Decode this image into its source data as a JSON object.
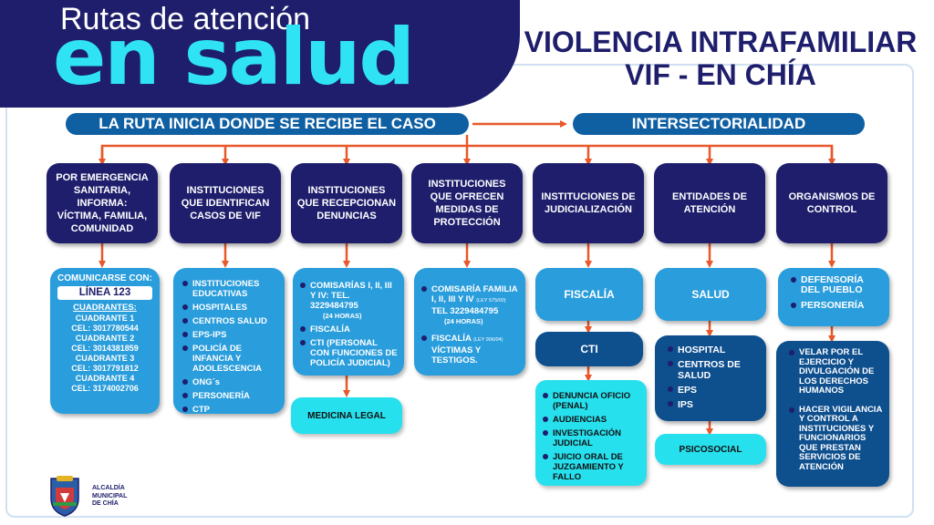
{
  "header": {
    "small_title": "Rutas de atención",
    "big_title": "en salud",
    "main_title_line1": "VIOLENCIA INTRAFAMILIAR",
    "main_title_line2": "VIF - EN CHÍA"
  },
  "route_label": "LA RUTA INICIA DONDE SE RECIBE EL CASO",
  "intersectoral_label": "INTERSECTORIALIDAD",
  "columns": [
    {
      "title": [
        "POR EMERGENCIA",
        "SANITARIA, INFORMA:",
        "VÍCTIMA, FAMILIA,",
        "COMUNIDAD"
      ]
    },
    {
      "title": [
        "INSTITUCIONES",
        "QUE IDENTIFICAN",
        "CASOS DE VIF"
      ]
    },
    {
      "title": [
        "INSTITUCIONES",
        "QUE RECEPCIONAN",
        "DENUNCIAS"
      ]
    },
    {
      "title": [
        "INSTITUCIONES",
        "QUE OFRECEN",
        "MEDIDAS DE",
        "PROTECCIÓN"
      ]
    },
    {
      "title": [
        "INSTITUCIONES DE",
        "JUDICIALIZACIÓN"
      ]
    },
    {
      "title": [
        "ENTIDADES DE",
        "ATENCIÓN"
      ]
    },
    {
      "title": [
        "ORGANISMOS DE",
        "CONTROL"
      ]
    }
  ],
  "col1": {
    "contact_label": "COMUNICARSE CON:",
    "line": "LÍNEA 123",
    "quadrants_label": "CUADRANTES:",
    "quadrants": [
      {
        "name": "CUADRANTE 1",
        "phone": "CEL: 3017780544"
      },
      {
        "name": "CUADRANTE 2",
        "phone": "CEL: 3014381859"
      },
      {
        "name": "CUADRANTE 3",
        "phone": "CEL: 3017791812"
      },
      {
        "name": "CUADRANTE 4",
        "phone": "CEL: 3174002706"
      }
    ]
  },
  "col2": {
    "items": [
      "INSTITUCIONES EDUCATIVAS",
      "HOSPITALES",
      "CENTROS SALUD",
      "EPS-IPS",
      "POLICÍA DE INFANCIA Y ADOLESCENCIA",
      "ONG´s",
      "PERSONERÍA",
      "CTP"
    ]
  },
  "col3": {
    "item1_main": "COMISARÍAS I, II, III Y IV: TEL. 3229484795",
    "item1_sub": "(24 HORAS)",
    "item2": "FISCALÍA",
    "item3": "CTI (PERSONAL CON FUNCIONES DE POLICÍA JUDICIAL)",
    "bottom": "MEDICINA LEGAL"
  },
  "col4": {
    "item1_main": "COMISARÍA FAMILIA I, II, III Y IV",
    "item1_law": "(LEY 575/00)",
    "item1_tel": "TEL 3229484795",
    "item1_sub": "(24 HORAS)",
    "item2_main": "FISCALÍA",
    "item2_law": "(LEY 906/04)",
    "item2_rest": "VÍCTIMAS Y TESTIGOS."
  },
  "col5": {
    "box1": "FISCALÍA",
    "box2": "CTI",
    "items": [
      "DENUNCIA OFICIO (PENAL)",
      "AUDIENCIAS",
      "INVESTIGACIÓN JUDICIAL",
      "JUICIO ORAL DE JUZGAMIENTO Y FALLO"
    ]
  },
  "col6": {
    "box1": "SALUD",
    "items": [
      "HOSPITAL",
      "CENTROS DE SALUD",
      "EPS",
      "IPS"
    ],
    "bottom": "PSICOSOCIAL"
  },
  "col7": {
    "items_top": [
      "DEFENSORÍA DEL PUEBLO",
      "PERSONERÍA"
    ],
    "items_bottom": [
      "VELAR POR EL EJERCICIO Y DIVULGACIÓN DE LOS DERECHOS HUMANOS",
      "HACER VIGILANCIA Y CONTROL A INSTITUCIONES Y FUNCIONARIOS QUE PRESTAN SERVICIOS DE ATENCIÓN"
    ]
  },
  "footer": {
    "municipality": [
      "ALCALDÍA",
      "MUNICIPAL",
      "DE CHÍA"
    ]
  },
  "colors": {
    "navy": "#1e1e6c",
    "accent_cyan": "#2fe3f4",
    "connector_orange": "#e8582a",
    "box_blue": "#2a9ddc",
    "box_dark_blue": "#0e4f8e"
  }
}
